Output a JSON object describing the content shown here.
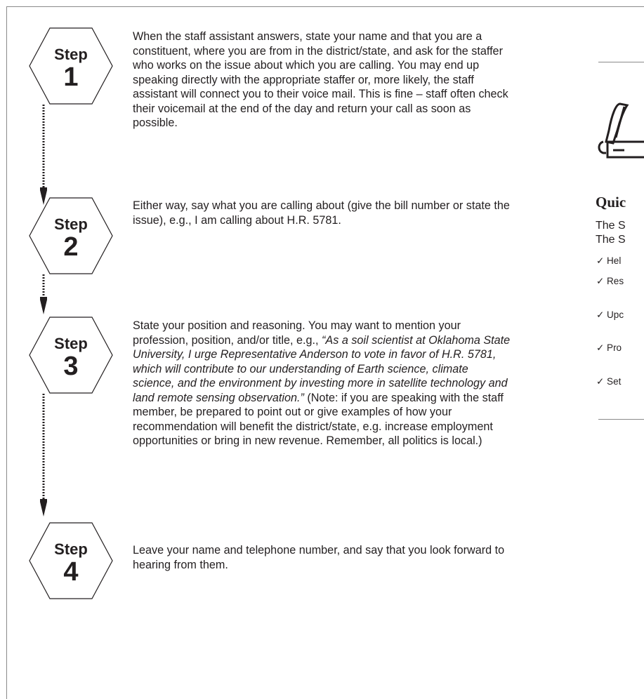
{
  "steps": [
    {
      "label": "Step",
      "number": "1",
      "text": "When the staff assistant answers, state your name and that you are a constituent, where you are from in the district/state, and ask for the staffer who works on the issue about which you are calling. You may end up speaking directly with the appropriate staffer or, more likely, the staff assistant will connect you to their voice mail. This is fine – staff often check their voicemail at the end of the day and return your call as soon as possible."
    },
    {
      "label": "Step",
      "number": "2",
      "text": "Either way, say what you are calling about (give the bill number or state the issue), e.g., I am calling about H.R. 5781."
    },
    {
      "label": "Step",
      "number": "3",
      "text_before": "State your position and reasoning. You may want to mention your profession, position, and/or title, e.g., ",
      "text_quote": "“As a soil scientist at Oklahoma State University, I urge Representative Anderson to vote in favor of H.R. 5781, which will contribute to our understanding of Earth science, climate science, and the environment by investing more in satellite technology and land remote sensing observation.”",
      "text_after": " (Note: if you are speaking with the staff member, be prepared to point out or give examples of how your recommendation will benefit the district/state, e.g. increase employment opportunities or bring in new revenue. Remember, all politics is local.)"
    },
    {
      "label": "Step",
      "number": "4",
      "text": "Leave your name and telephone number, and say that you look forward to hearing from them."
    }
  ],
  "sidebar": {
    "title": "Quic",
    "intro_line1": "The S",
    "intro_line2": "The S",
    "items": [
      "✓ Hel",
      "✓ Res",
      "✓ Upc",
      "✓ Pro",
      "✓ Set"
    ],
    "icon": "phone-icon"
  }
}
